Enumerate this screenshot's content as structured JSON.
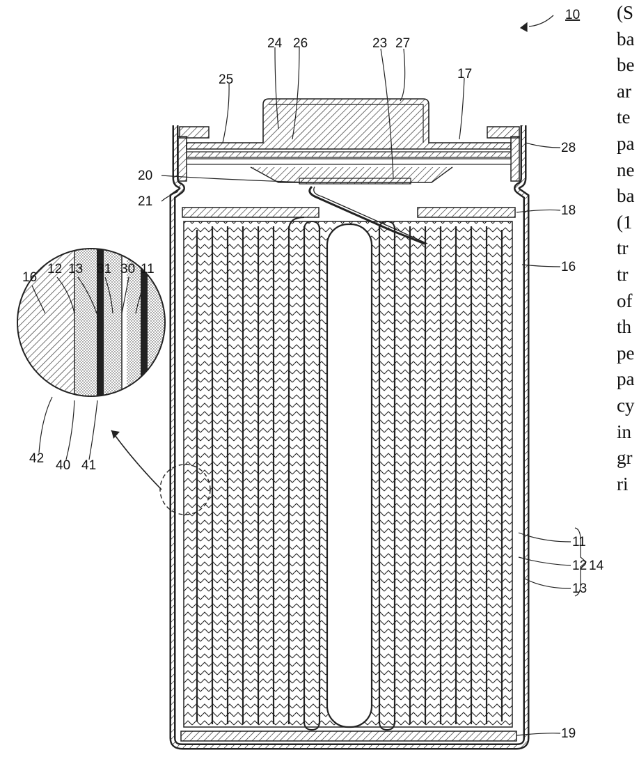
{
  "figure": {
    "reference_numerals": {
      "battery": "10",
      "positive_electrode": "11",
      "negative_electrode": "12",
      "separator": "13",
      "electrode_assembly": "14",
      "exterior_can": "16",
      "sealing_body": "17",
      "upper_insulating_plate": "18",
      "lower_insulating_plate": "19",
      "positive_lead": "20",
      "negative_lead": "21",
      "lower_valve": "23",
      "filter_or_plate": "24",
      "insulating_member": "25",
      "upper_valve": "26",
      "cap": "27",
      "gasket": "28",
      "current_collector_a": "30",
      "mixture_layer_a": "31",
      "layer_40": "40",
      "layer_41": "41",
      "layer_42": "42"
    },
    "side_text_fragments": [
      "(S",
      "ba",
      "be",
      "ar",
      "te",
      "pa",
      "ne",
      "ba",
      "(1",
      "tr",
      "tr",
      "of",
      "th",
      "pe",
      "pa",
      "cy",
      "in",
      "gr",
      "ri"
    ]
  }
}
